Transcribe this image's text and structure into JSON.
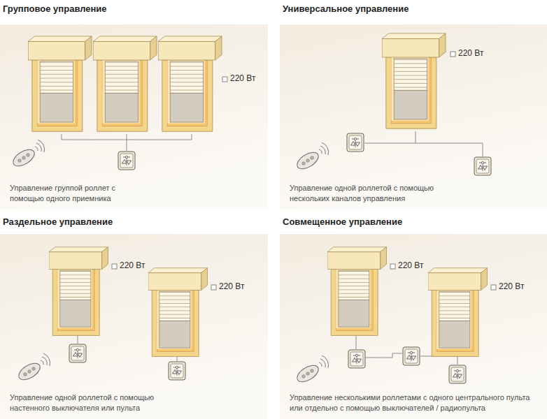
{
  "diagram": {
    "nodes": [
      {
        "text": [
          "Групповое управление",
          "Управление группой роллет с помощью одного приемника"
        ]
      },
      {
        "text": [
          "Универсальное управление",
          "Управление одной роллетой с помощью нескольких каналов управления"
        ]
      },
      {
        "text": [
          "Раздельное управление",
          "Управление одной роллетой с помощью настенного выключателя или пульта"
        ]
      },
      {
        "text": [
          "Совмещенное управление",
          "Управление несколькими роллетами с одного центрального пульта или отдельно с помощью выключателей / радиопульта"
        ]
      }
    ],
    "labels": [
      "220 Вт",
      "220 Вт",
      "220 Вт",
      "220 Вт",
      "220 Вт",
      "220 Вт"
    ]
  }
}
